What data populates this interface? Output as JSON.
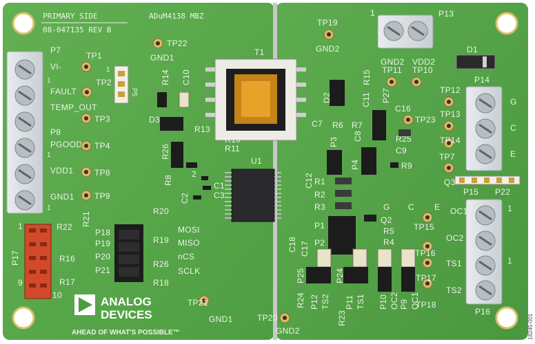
{
  "board": {
    "header_left_1": "PRIMARY SIDE",
    "header_left_2": "08-047135 REV B",
    "header_center": "ADuM4138 MBZ"
  },
  "left_labels": {
    "p7": "P7",
    "vi": "VI-",
    "fault": "FAULT",
    "temp_out": "TEMP_OUT",
    "p8": "P8",
    "pgood": "PGOOD",
    "vdd1": "VDD1",
    "gnd1": "GND1",
    "one_a": "1",
    "one_b": "1",
    "one_c": "1"
  },
  "testpoints": {
    "tp1": "TP1",
    "tp2": "TP2",
    "tp3": "TP3",
    "tp4": "TP4",
    "tp8": "TP8",
    "tp9": "TP9",
    "tp22": "TP22",
    "gnd1_top": "GND1",
    "tp19": "TP19",
    "gnd2_top": "GND2",
    "tp11": "TP11",
    "tp10": "TP10",
    "gnd2_mid": "GND2",
    "vdd2": "VDD2",
    "tp12": "TP12",
    "tp13": "TP13",
    "tp14": "TP14",
    "tp7": "TP7",
    "tp23": "TP23",
    "tp15": "TP15",
    "tp16": "TP16",
    "tp17": "TP17",
    "tp18": "TP18",
    "tp21": "TP21",
    "gnd1_bot": "GND1",
    "tp20": "TP20",
    "gnd2_bot": "GND2"
  },
  "components": {
    "t1": "T1",
    "u1": "U1",
    "d1": "D1",
    "d2": "D2",
    "d3": "D3",
    "r14": "R14",
    "c10": "C10",
    "r13": "R13",
    "r10": "R10",
    "r11": "R11",
    "r26": "R26",
    "r8": "R8",
    "c1": "C1",
    "c2": "C2",
    "c3": "C3",
    "r20": "R20",
    "r15": "R15",
    "c11": "C11",
    "c16": "C16",
    "p27": "P27",
    "c7": "C7",
    "r6": "R6",
    "r7": "R7",
    "c8": "C8",
    "r25": "R25",
    "c9": "C9",
    "r9": "R9",
    "r1": "R1",
    "r2": "R2",
    "r3": "R3",
    "c12": "C12",
    "p3": "P3",
    "p4": "P4",
    "q3": "Q3",
    "p1": "P1",
    "p2": "P2",
    "q2": "Q2",
    "r5": "R5",
    "r4": "R4",
    "c17": "C17",
    "c18": "C18",
    "p5": "P5",
    "r22": "R22",
    "r21": "R21",
    "r16": "R16",
    "r17": "R17",
    "r19": "R19",
    "r18": "R18",
    "p18": "P18",
    "p19": "P19",
    "p20": "P20",
    "p21": "P21",
    "p25": "P25",
    "p24": "P24",
    "p12": "P12",
    "p11": "P11",
    "p10": "P10",
    "p9": "P9",
    "ts2": "TS2",
    "ts1": "TS1",
    "oc1": "OC1",
    "oc2": "OC2",
    "r24": "R24",
    "r23": "R23",
    "g_lbl": "G",
    "c_lbl": "C",
    "e_lbl": "E",
    "ts1_r": "TS1",
    "ts2_r": "TS2",
    "oc1_r": "OC1",
    "oc2_r": "OC2",
    "p13": "P13",
    "p14": "P14",
    "p15": "P15",
    "p22": "P22",
    "p16": "P16",
    "p17": "P17",
    "n1": "1",
    "n9": "9",
    "n10": "10",
    "n1b": "1",
    "n1c": "1",
    "n1d": "1",
    "n1e": "1",
    "n2": "2",
    "n1f": "1"
  },
  "spi": {
    "mosi": "MOSI",
    "miso": "MISO",
    "ncs": "nCS",
    "sclk": "SCLK"
  },
  "right_conn": {
    "g": "G",
    "c": "C",
    "e": "E"
  },
  "logo": {
    "line1": "ANALOG",
    "line2": "DEVICES",
    "tagline": "AHEAD OF WHAT'S POSSIBLE™"
  },
  "side_id": "18245-001",
  "colors": {
    "pcb_primary": "#5aaa4a",
    "pcb_secondary": "#4e9c42",
    "silk": "#eaf5e6",
    "gap": "#ffffff"
  }
}
